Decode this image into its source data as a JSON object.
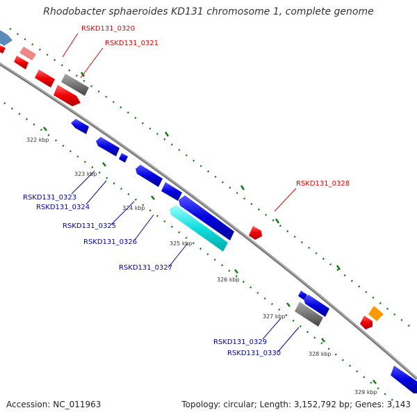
{
  "title": "Rhodobacter sphaeroides KD131 chromosome 1, complete genome",
  "footer": {
    "accession": "Accession: NC_011963",
    "summary": "Topology: circular; Length: 3,152,792 bp; Genes: 3,143"
  },
  "colors": {
    "forward_red": "#ee0000",
    "pink": "#ee8888",
    "gray_gene": "#777777",
    "blue": "#0000dd",
    "cyan": "#11dddd",
    "orange": "#ff9900",
    "steel_blue": "#5a8ab8",
    "backbone": "#888888",
    "tick_green": "#117711",
    "label_red": "#dd0000",
    "label_blue": "#0000aa"
  },
  "ticks": [
    "322 kbp",
    "323 kbp",
    "324 kbp",
    "325 kbp",
    "326 kbp",
    "327 kbp",
    "328 kbp",
    "329 kbp"
  ],
  "labels": [
    {
      "text": "RSKD131_0320",
      "strand": "forward"
    },
    {
      "text": "RSKD131_0321",
      "strand": "forward"
    },
    {
      "text": "RSKD131_0328",
      "strand": "forward"
    },
    {
      "text": "RSKD131_0323",
      "strand": "reverse"
    },
    {
      "text": "RSKD131_0324",
      "strand": "reverse"
    },
    {
      "text": "RSKD131_0325",
      "strand": "reverse"
    },
    {
      "text": "RSKD131_0326",
      "strand": "reverse"
    },
    {
      "text": "RSKD131_0327",
      "strand": "reverse"
    },
    {
      "text": "RSKD131_0329",
      "strand": "reverse"
    },
    {
      "text": "RSKD131_0330",
      "strand": "reverse"
    }
  ]
}
